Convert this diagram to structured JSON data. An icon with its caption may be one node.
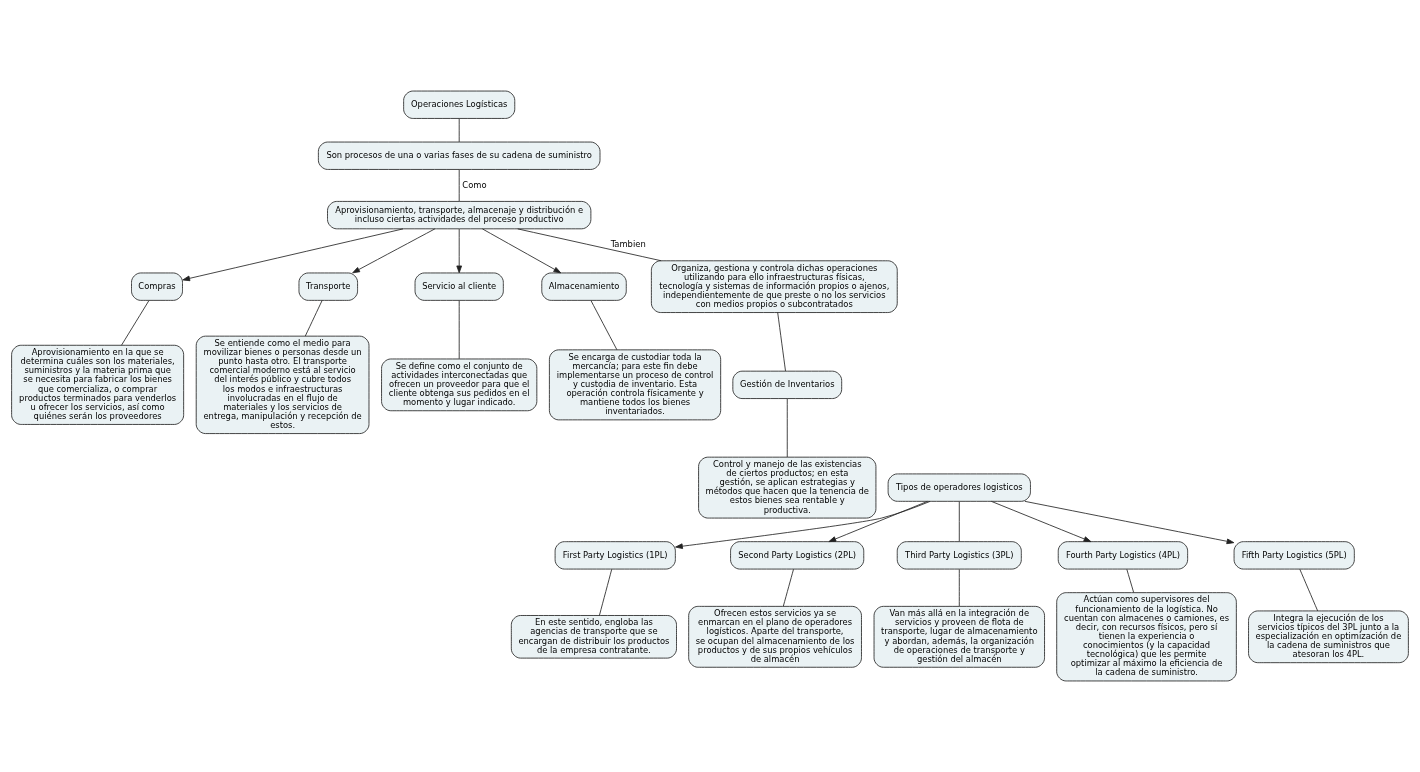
{
  "diagram": {
    "nodes": [
      {
        "text": [
          "Operaciones Logísticas"
        ]
      },
      {
        "text": [
          "Son procesos de una o varias fases de su cadena de suministro"
        ]
      },
      {
        "text": [
          "Aprovisionamiento, transporte, almacenaje y distribución e incluso ciertas actividades del proceso productivo"
        ]
      },
      {
        "text": [
          "Compras"
        ]
      },
      {
        "text": [
          "Aprovisionamiento en la que se determina cuáles son los materiales, suministros y la materia prima que se necesita para fabricar los bienes que comercializa, o comprar productos terminados para venderlos u ofrecer los servicios, así como quiénes serán los proveedores"
        ]
      },
      {
        "text": [
          "Transporte"
        ]
      },
      {
        "text": [
          "Se entiende como el medio para movilizar bienes o personas desde un punto hasta otro. El transporte comercial moderno está al servicio del interés público y cubre todos los modos e infraestructuras involucradas en el flujo de materiales y los servicios de entrega, manipulación y recepción de estos."
        ]
      },
      {
        "text": [
          "Servicio al cliente"
        ]
      },
      {
        "text": [
          "Se define como el conjunto de actividades interconectadas que ofrecen un proveedor para que el cliente obtenga sus pedidos en el momento y lugar indicado."
        ]
      },
      {
        "text": [
          "Almacenamiento"
        ]
      },
      {
        "text": [
          "Se encarga de custodiar toda la mercancía; para este fin debe implementarse un proceso de control y custodia de inventario. Esta operación controla físicamente y mantiene todos los bienes inventariados."
        ]
      },
      {
        "text": [
          "Organiza, gestiona y controla dichas operaciones utilizando para ello infraestructuras físicas, tecnología y sistemas de información propios o ajenos, independientemente de que preste o no los servicios con medios propios o subcontratados"
        ]
      },
      {
        "text": [
          "Gestión de Inventarios"
        ]
      },
      {
        "text": [
          "Control y manejo de las existencias de ciertos productos; en esta gestión, se aplican estrategias y métodos que hacen que la tenencia de estos bienes sea rentable y productiva."
        ]
      },
      {
        "text": [
          "Tipos de operadores logisticos"
        ]
      },
      {
        "text": [
          "First Party Logistics (1PL)"
        ]
      },
      {
        "text": [
          "En este sentido, engloba las agencias de transporte que se encargan de distribuir los productos de la empresa contratante."
        ]
      },
      {
        "text": [
          "Second Party Logistics (2PL)"
        ]
      },
      {
        "text": [
          "Ofrecen estos servicios ya se enmarcan en el plano de operadores logísticos. Aparte del transporte, se ocupan del almacenamiento de los productos y de sus propios vehículos de almacén"
        ]
      },
      {
        "text": [
          "Third Party Logistics (3PL)"
        ]
      },
      {
        "text": [
          "Van más allá en la integración de servicios y proveen de flota de transporte, lugar de almacenamiento y abordan, además, la organización de operaciones de transporte y gestión del almacén"
        ]
      },
      {
        "text": [
          "Fourth Party Logistics (4PL)"
        ]
      },
      {
        "text": [
          "Actúan como supervisores del funcionamiento de la logística. No cuentan con almacenes o camiones, es decir, con recursos físicos, pero sí tienen la experiencia o conocimientos (y la capacidad tecnológica) que les permite optimizar al máximo la eficiencia de la cadena de suministro."
        ]
      },
      {
        "text": [
          "Fifth Party Logistics (5PL)"
        ]
      },
      {
        "text": [
          "Integra la ejecución de los servicios típicos del 3PL junto a la especialización en optimización de la cadena de suministros que atesoran los 4PL."
        ]
      }
    ],
    "edges": [
      {
        "from": 0,
        "to": 1,
        "arrow": "none"
      },
      {
        "from": 1,
        "to": 2,
        "arrow": "none",
        "label": "Como"
      },
      {
        "from": 2,
        "to": 3,
        "arrow": "to"
      },
      {
        "from": 3,
        "to": 4,
        "arrow": "none"
      },
      {
        "from": 2,
        "to": 5,
        "arrow": "to"
      },
      {
        "from": 5,
        "to": 6,
        "arrow": "none"
      },
      {
        "from": 2,
        "to": 7,
        "arrow": "to"
      },
      {
        "from": 7,
        "to": 8,
        "arrow": "none"
      },
      {
        "from": 2,
        "to": 9,
        "arrow": "to"
      },
      {
        "from": 9,
        "to": 10,
        "arrow": "none"
      },
      {
        "from": 2,
        "to": 11,
        "arrow": "none",
        "label": "Tambien"
      },
      {
        "from": 11,
        "to": 12,
        "arrow": "none"
      },
      {
        "from": 12,
        "to": 13,
        "arrow": "none"
      },
      {
        "from": 14,
        "to": 15,
        "arrow": "to"
      },
      {
        "from": 15,
        "to": 16,
        "arrow": "none"
      },
      {
        "from": 14,
        "to": 17,
        "arrow": "to"
      },
      {
        "from": 17,
        "to": 18,
        "arrow": "none"
      },
      {
        "from": 14,
        "to": 19,
        "arrow": "none"
      },
      {
        "from": 19,
        "to": 20,
        "arrow": "none"
      },
      {
        "from": 14,
        "to": 21,
        "arrow": "to"
      },
      {
        "from": 21,
        "to": 22,
        "arrow": "none"
      },
      {
        "from": 14,
        "to": 23,
        "arrow": "to"
      },
      {
        "from": 23,
        "to": 24,
        "arrow": "none"
      }
    ]
  }
}
